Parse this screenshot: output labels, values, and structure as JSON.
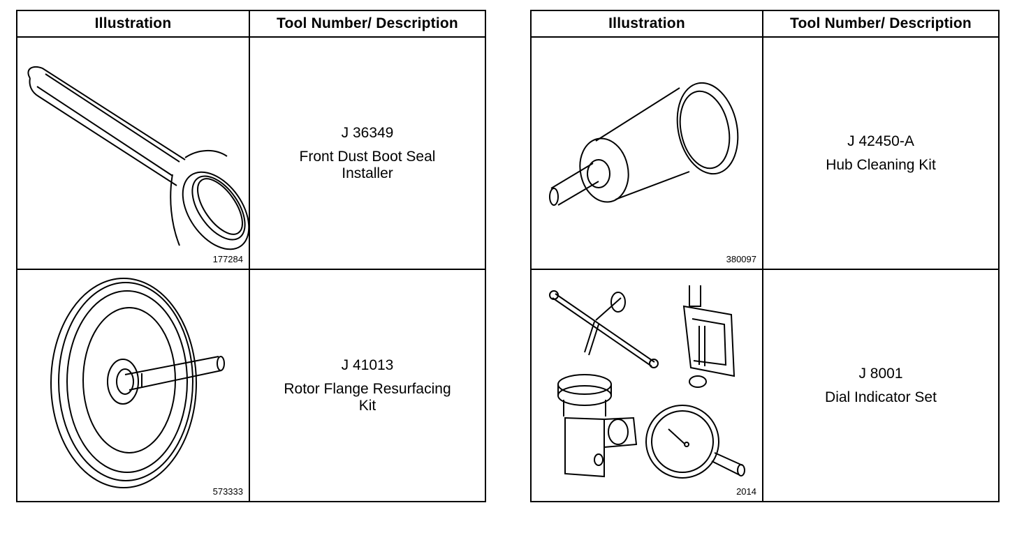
{
  "left_table": {
    "headers": {
      "illustration": "Illustration",
      "tool_description": "Tool Number/ Description"
    },
    "rows": [
      {
        "figure_number": "177284",
        "tool_number": "J 36349",
        "description": "Front Dust Boot Seal Installer",
        "icon": "seal-installer-icon"
      },
      {
        "figure_number": "573333",
        "tool_number": "J 41013",
        "description": "Rotor Flange Resurfacing Kit",
        "icon": "rotor-flange-tool-icon"
      }
    ]
  },
  "right_table": {
    "headers": {
      "illustration": "Illustration",
      "tool_description": "Tool Number/ Description"
    },
    "rows": [
      {
        "figure_number": "380097",
        "tool_number": "J 42450-A",
        "description": "Hub Cleaning Kit",
        "icon": "hub-cleaning-tool-icon"
      },
      {
        "figure_number": "2014",
        "tool_number": "J 8001",
        "description": "Dial Indicator Set",
        "icon": "dial-indicator-set-icon"
      }
    ]
  }
}
